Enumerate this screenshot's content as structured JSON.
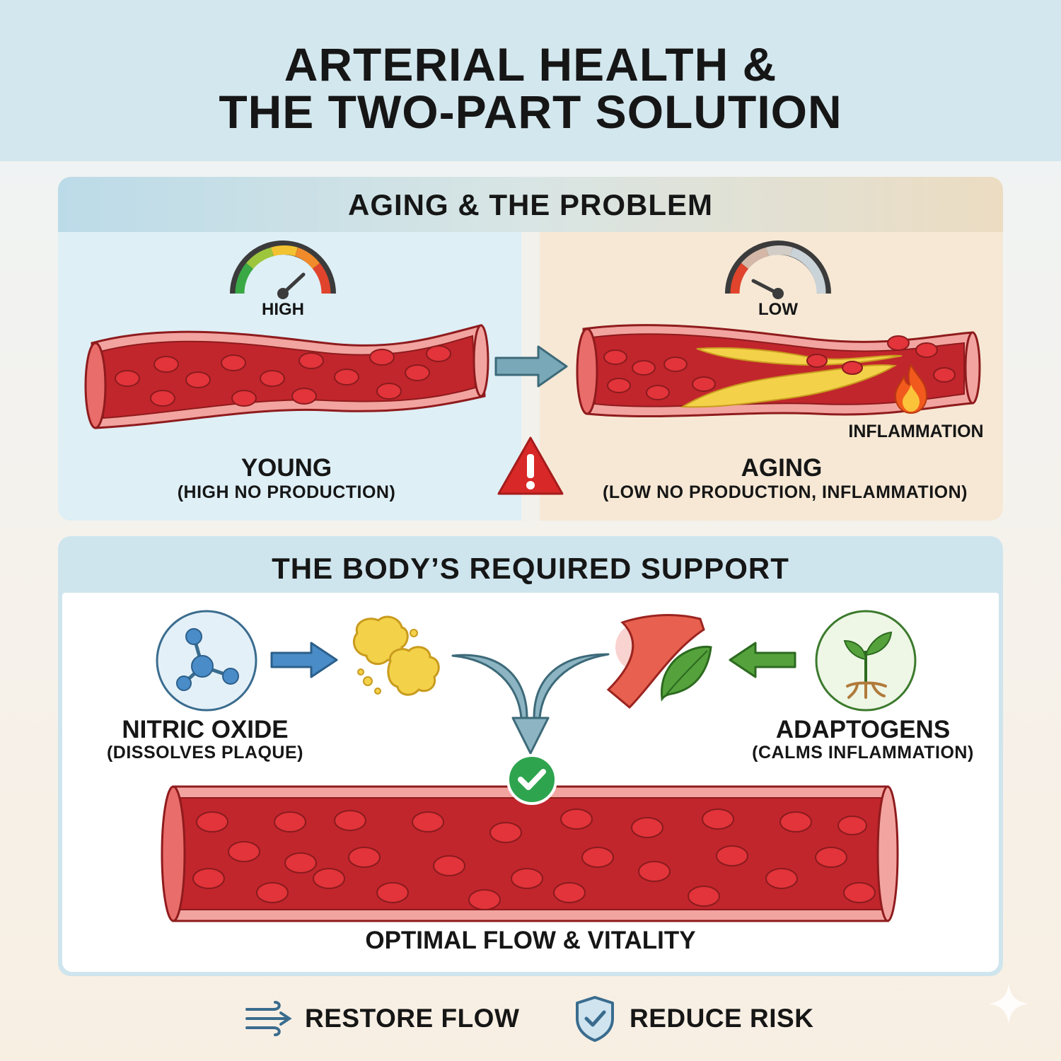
{
  "title": {
    "line1": "ARTERIAL HEALTH &",
    "line2": "THE TWO-PART SOLUTION"
  },
  "problem": {
    "heading": "AGING & THE PROBLEM",
    "young": {
      "gauge_label": "HIGH",
      "gauge_level": 0.75,
      "name": "YOUNG",
      "detail": "(HIGH NO PRODUCTION)"
    },
    "aging": {
      "gauge_label": "LOW",
      "gauge_level": 0.2,
      "name": "AGING",
      "detail": "(LOW NO PRODUCTION, INFLAMMATION)",
      "inflammation_label": "INFLAMMATION"
    }
  },
  "support": {
    "heading": "THE BODY’S REQUIRED SUPPORT",
    "nitric_oxide": {
      "name": "NITRIC OXIDE",
      "detail": "(DISSOLVES PLAQUE)"
    },
    "adaptogens": {
      "name": "ADAPTOGENS",
      "detail": "(CALMS INFLAMMATION)"
    },
    "result": "OPTIMAL FLOW & VITALITY"
  },
  "footer": {
    "restore": "RESTORE FLOW",
    "reduce": "REDUCE RISK"
  },
  "colors": {
    "artery": "#c6262c",
    "artery_light": "#f3a9a3",
    "plaque": "#f3d24a",
    "no_blue": "#4a8cc8",
    "leaf_green": "#55a23c",
    "check_green": "#2ea44f",
    "warning_red": "#d82828"
  }
}
